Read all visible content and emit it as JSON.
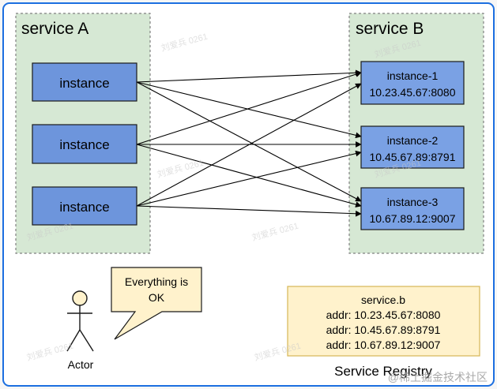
{
  "service_a": {
    "title": "service A",
    "instances": [
      "instance",
      "instance",
      "instance"
    ]
  },
  "service_b": {
    "title": "service B",
    "instances": [
      {
        "name": "instance-1",
        "addr": "10.23.45.67:8080"
      },
      {
        "name": "instance-2",
        "addr": "10.45.67.89:8791"
      },
      {
        "name": "instance-3",
        "addr": "10.67.89.12:9007"
      }
    ]
  },
  "actor": {
    "label": "Actor",
    "speech_line1": "Everything is",
    "speech_line2": "OK"
  },
  "registry": {
    "caption": "Service Registry",
    "lines": [
      "service.b",
      "addr: 10.23.45.67:8080",
      "addr: 10.45.67.89:8791",
      "addr: 10.67.89.12:9007"
    ]
  },
  "watermarks": {
    "repeat": "刘爱兵 0261",
    "footer": "@稀土掘金技术社区"
  },
  "colors": {
    "frame_border": "#1c6fe0",
    "service_fill": "#d6e8d4",
    "instance_fill": "#6d95dc",
    "note_fill": "#fff2cc"
  }
}
